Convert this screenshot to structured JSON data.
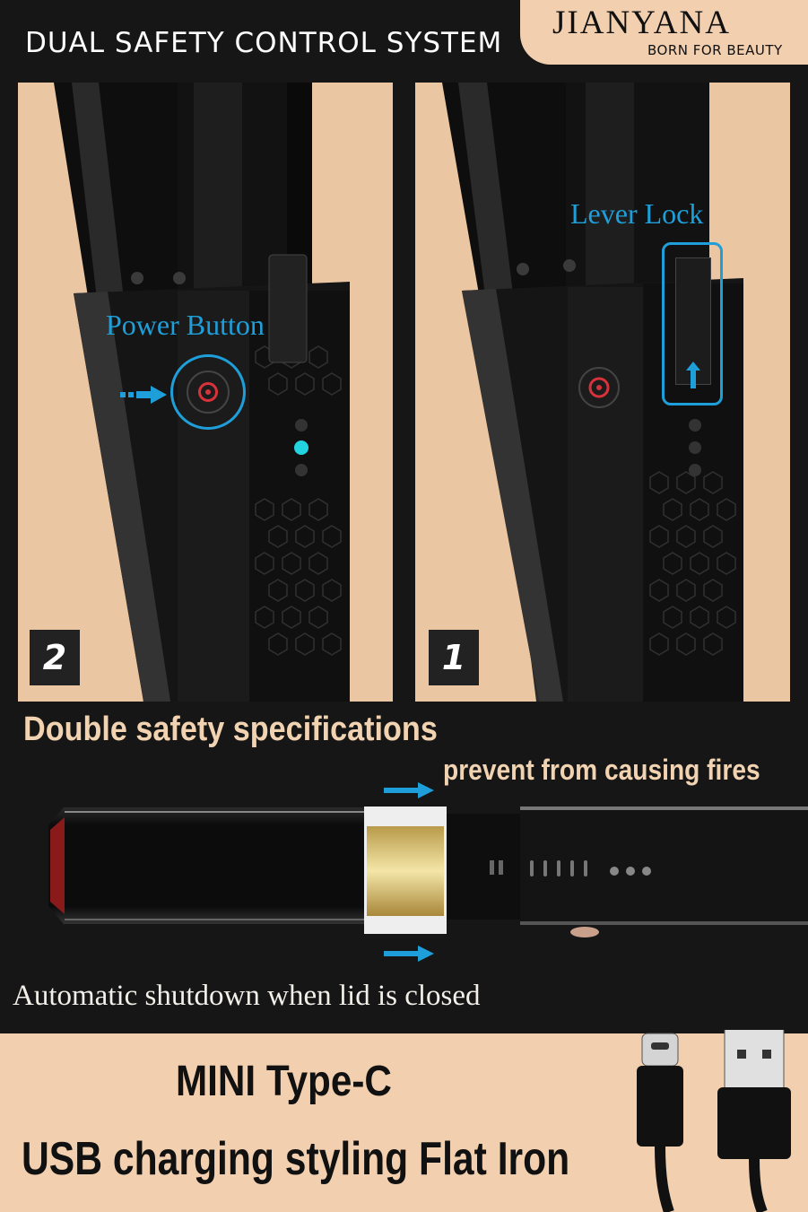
{
  "header": {
    "title": "DUAL SAFETY CONTROL SYSTEM",
    "brand_name": "JIANYANA",
    "brand_tagline": "BORN FOR BEAUTY"
  },
  "panels": [
    {
      "badge": "2",
      "callout": "Power Button",
      "callout_icon": "power-button-icon"
    },
    {
      "badge": "1",
      "callout": "Lever Lock",
      "callout_icon": "lever-lock-icon"
    }
  ],
  "safety": {
    "heading": "Double safety specifications",
    "subheading": "prevent from causing fires",
    "caption": "Automatic shutdown when lid is closed"
  },
  "footer": {
    "line1": "MINI Type-C",
    "line2": "USB charging styling Flat Iron",
    "cable_icons": [
      "usb-c-connector-icon",
      "usb-a-connector-icon"
    ]
  },
  "colors": {
    "background": "#161616",
    "skin": "#ebc6a2",
    "accent_blue": "#1f9fd9",
    "led_cyan": "#22d4e0",
    "gold": "#e8d68c",
    "red_tip": "#8a1a1a"
  }
}
